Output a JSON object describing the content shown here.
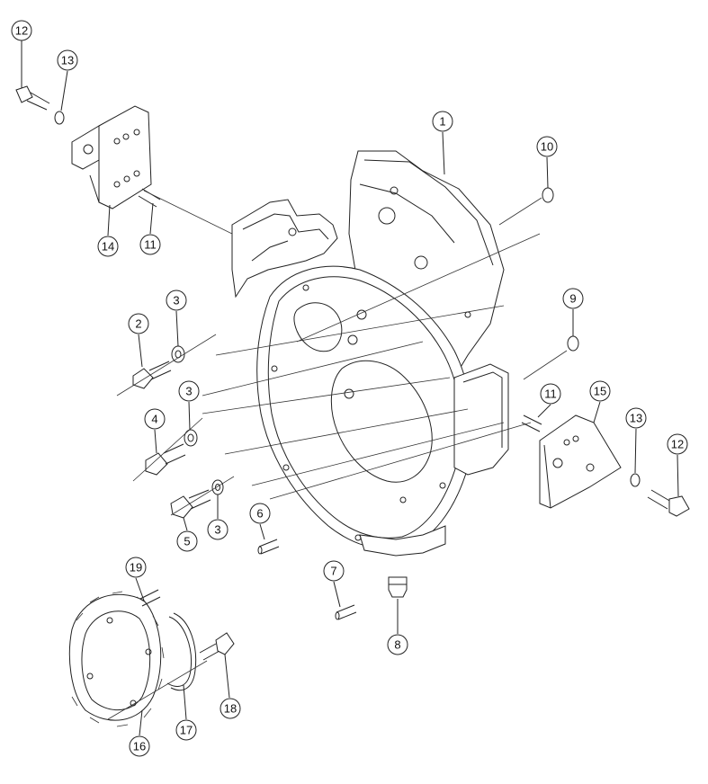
{
  "callouts": [
    {
      "id": "c1",
      "label": "1"
    },
    {
      "id": "c2",
      "label": "2"
    },
    {
      "id": "c3a",
      "label": "3"
    },
    {
      "id": "c3b",
      "label": "3"
    },
    {
      "id": "c3c",
      "label": "3"
    },
    {
      "id": "c4",
      "label": "4"
    },
    {
      "id": "c5",
      "label": "5"
    },
    {
      "id": "c6",
      "label": "6"
    },
    {
      "id": "c7",
      "label": "7"
    },
    {
      "id": "c8",
      "label": "8"
    },
    {
      "id": "c9",
      "label": "9"
    },
    {
      "id": "c10",
      "label": "10"
    },
    {
      "id": "c11a",
      "label": "11"
    },
    {
      "id": "c11b",
      "label": "11"
    },
    {
      "id": "c12a",
      "label": "12"
    },
    {
      "id": "c12b",
      "label": "12"
    },
    {
      "id": "c13a",
      "label": "13"
    },
    {
      "id": "c13b",
      "label": "13"
    },
    {
      "id": "c14",
      "label": "14"
    },
    {
      "id": "c15",
      "label": "15"
    },
    {
      "id": "c16",
      "label": "16"
    },
    {
      "id": "c17",
      "label": "17"
    },
    {
      "id": "c18",
      "label": "18"
    },
    {
      "id": "c19",
      "label": "19"
    }
  ]
}
